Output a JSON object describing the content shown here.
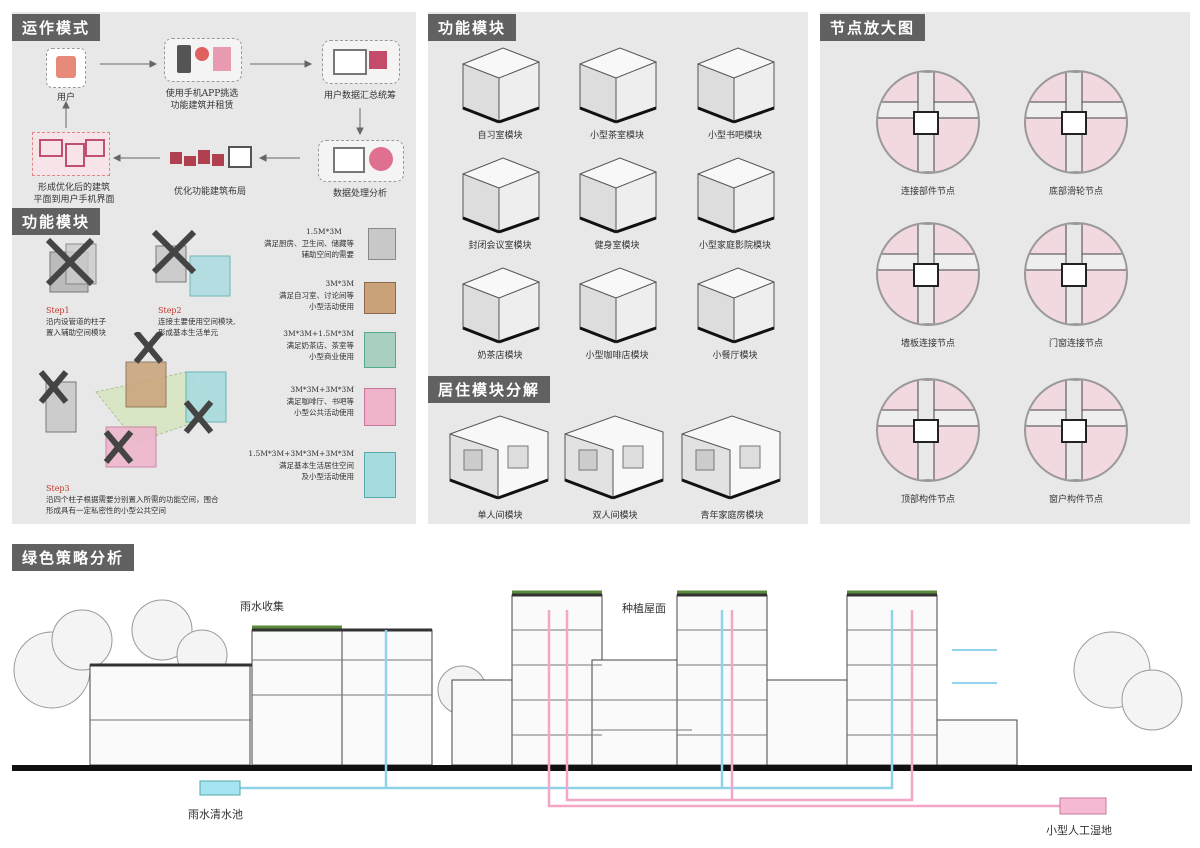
{
  "sections": {
    "operation": "运作模式",
    "function_left": "功能模块",
    "function_mid": "功能模块",
    "nodes": "节点放大图",
    "dwelling": "居住模块分解",
    "green": "绿色策略分析"
  },
  "flow": {
    "user": "用户",
    "phone_line1": "使用手机APP挑选",
    "phone_line2": "功能建筑并租赁",
    "data_collect": "用户数据汇总统筹",
    "data_process": "数据处理分析",
    "optimize": "优化功能建筑布局",
    "result_line1": "形成优化后的建筑",
    "result_line2": "平面到用户手机界面"
  },
  "steps": {
    "step1_title": "Step1",
    "step1_line1": "沿内设管道的柱子",
    "step1_line2": "置入辅助空间模块",
    "step2_title": "Step2",
    "step2_line1": "连接主要使用空间模块,",
    "step2_line2": "形成基本生活单元",
    "step3_title": "Step3",
    "step3_line1": "沿四个柱子根据需要分别置入所需的功能空间，围合",
    "step3_line2": "形成具有一定私密性的小型公共空间"
  },
  "modules_legend": [
    {
      "size": "1.5M*3M",
      "l1": "满足厨房、卫生间、储藏等",
      "l2": "辅助空间的需要",
      "color": "#c8c8c8"
    },
    {
      "size": "3M*3M",
      "l1": "满足自习室、讨论间等",
      "l2": "小型活动使用",
      "color": "#c9a27a"
    },
    {
      "size": "3M*3M+1.5M*3M",
      "l1": "满足奶茶店、茶室等",
      "l2": "小型商业使用",
      "color": "#a9cfc0"
    },
    {
      "size": "3M*3M+3M*3M",
      "l1": "满足咖啡厅、书吧等",
      "l2": "小型公共活动使用",
      "color": "#eeb3cb"
    },
    {
      "size": "1.5M*3M+3M*3M+3M*3M",
      "l1": "满足基本生活居住空间",
      "l2": "及小型活动使用",
      "color": "#a6dbe0"
    }
  ],
  "function_modules": [
    "自习室模块",
    "小型茶室模块",
    "小型书吧模块",
    "封闭会议室模块",
    "健身室模块",
    "小型家庭影院模块",
    "奶茶店模块",
    "小型咖啡店模块",
    "小餐厅模块"
  ],
  "dwelling_modules": [
    "单人间模块",
    "双人间模块",
    "青年家庭房模块"
  ],
  "node_details": [
    "连接部件节点",
    "底部滑轮节点",
    "墙板连接节点",
    "门窗连接节点",
    "顶部构件节点",
    "窗户构件节点"
  ],
  "green_labels": {
    "rain_collect": "雨水收集",
    "roof_plant": "种植屋面",
    "rain_pool": "雨水清水池",
    "wetland": "小型人工湿地"
  },
  "colors": {
    "header_bg": "#616161",
    "panel_bg": "#e8e8e8",
    "water_blue": "#8fd3ea",
    "wetland_pink": "#f3a6c8",
    "node_pink": "#f2d8df"
  }
}
